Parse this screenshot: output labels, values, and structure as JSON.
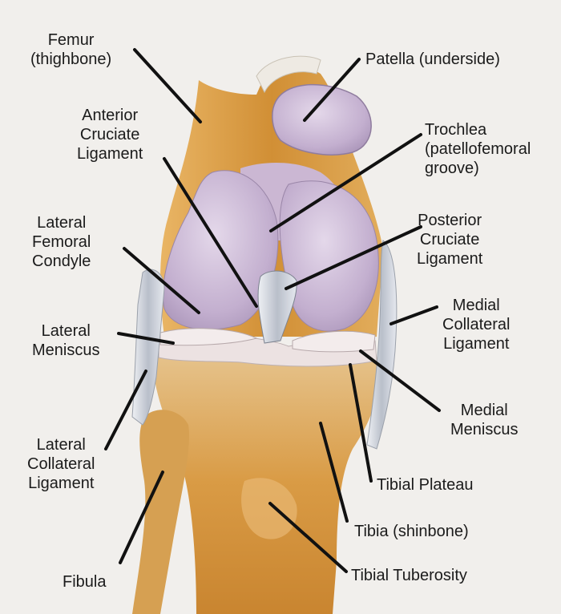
{
  "labels": {
    "femur": "Femur\n(thighbone)",
    "patella": "Patella (underside)",
    "acl": "Anterior\nCruciate\nLigament",
    "trochlea": "Trochlea\n(patellofemoral\ngroove)",
    "lateral_femoral_condyle": "Lateral\nFemoral\nCondyle",
    "pcl": "Posterior\nCruciate\nLigament",
    "lateral_meniscus": "Lateral\nMeniscus",
    "mcl": "Medial\nCollateral\nLigament",
    "medial_meniscus": "Medial\nMeniscus",
    "lcl": "Lateral\nCollateral\nLigament",
    "tibial_plateau": "Tibial Plateau",
    "tibia": "Tibia (shinbone)",
    "fibula": "Fibula",
    "tibial_tuberosity": "Tibial Tuberosity"
  },
  "colors": {
    "background": "#f1efec",
    "bone": "#d79a3c",
    "cartilage": "#c9b6d2",
    "ligament": "#c7ccd4",
    "meniscus": "#e9dfe0",
    "leader_line": "#111111"
  }
}
